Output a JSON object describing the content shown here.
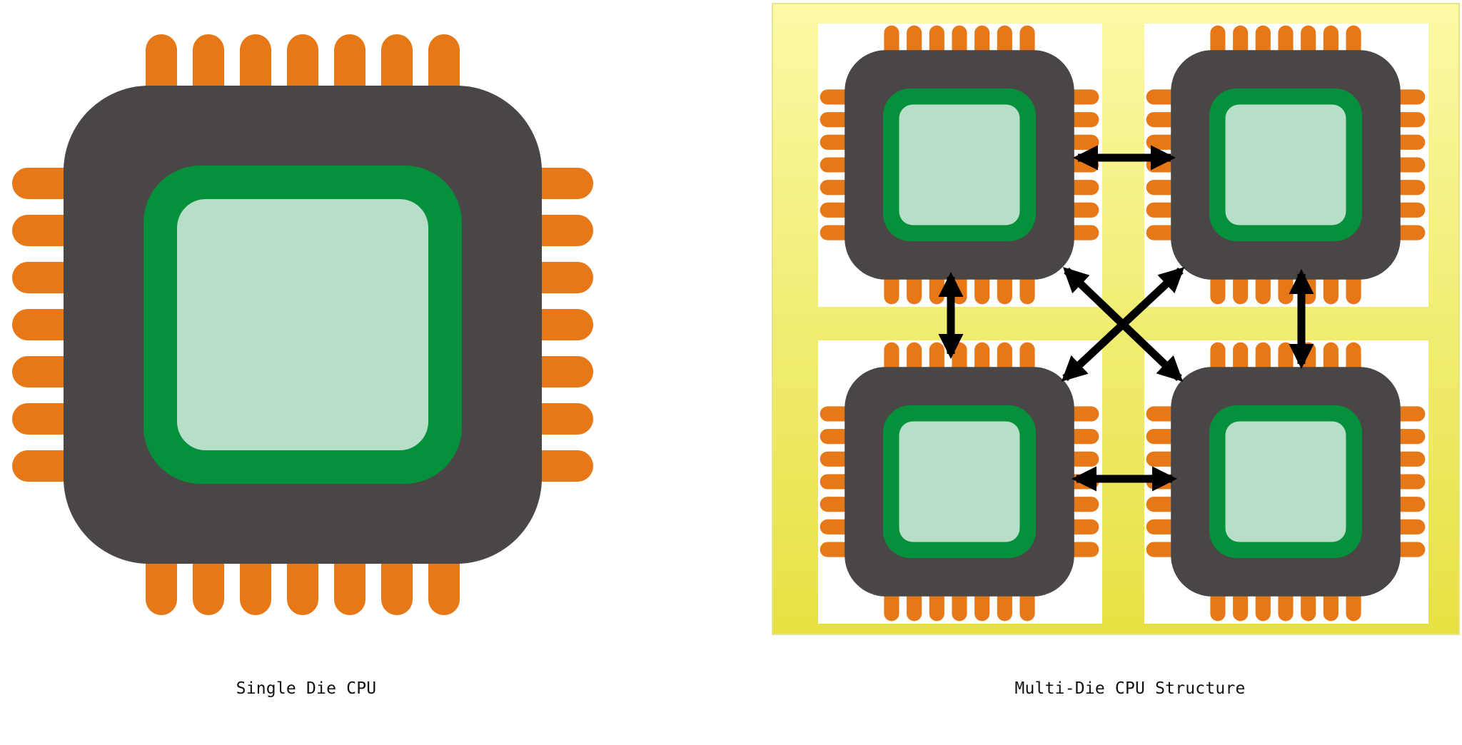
{
  "captions": {
    "single": "Single Die CPU",
    "multi": "Multi-Die CPU Structure"
  },
  "colors": {
    "pin": "#E67817",
    "package": "#4A4646",
    "die_ring": "#05913C",
    "die_core": "#B7DFC7",
    "substrate_light": "#FCF9A6",
    "substrate_dark": "#E6E142",
    "slot": "#FFFFFF",
    "arrow": "#000000"
  },
  "diagram": {
    "single_die_count": 1,
    "multi_die_count": 4,
    "pins_per_side": 7,
    "interconnects": [
      {
        "from": "die-top-left",
        "to": "die-top-right"
      },
      {
        "from": "die-bottom-left",
        "to": "die-bottom-right"
      },
      {
        "from": "die-top-left",
        "to": "die-bottom-left"
      },
      {
        "from": "die-top-right",
        "to": "die-bottom-right"
      },
      {
        "from": "die-top-left",
        "to": "die-bottom-right"
      },
      {
        "from": "die-top-right",
        "to": "die-bottom-left"
      }
    ]
  }
}
